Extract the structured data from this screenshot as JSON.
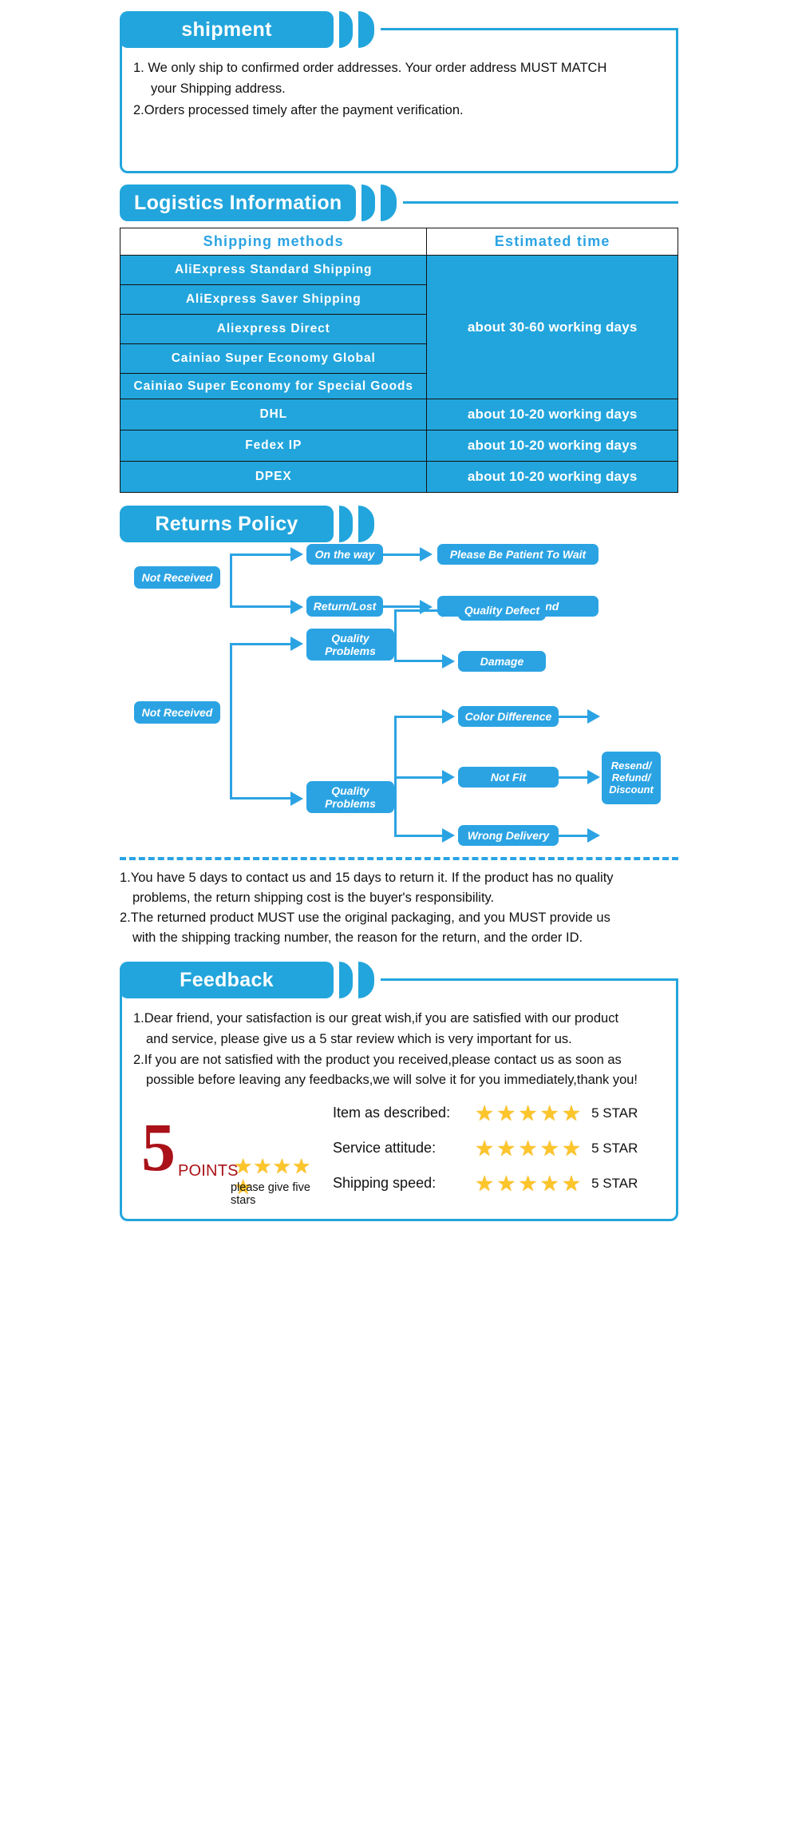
{
  "colors": {
    "brand_blue": "#22a5dc",
    "flow_blue": "#2ba3e3",
    "star_gold": "#fcc52c",
    "points_red": "#aa1118"
  },
  "shipment": {
    "title": "shipment",
    "items": [
      {
        "num": "1.",
        "line1": "We only ship to confirmed order addresses. Your order address MUST MATCH",
        "line2": "your Shipping address."
      },
      {
        "num": "2.",
        "line1": "Orders processed timely after the payment verification.",
        "line2": ""
      }
    ]
  },
  "logistics": {
    "title": "Logistics Information",
    "columns": [
      "Shipping  methods",
      "Estimated  time"
    ],
    "rows": [
      {
        "method": "AliExpress  Standard  Shipping",
        "time": "about 30-60 working days",
        "time_span": 5
      },
      {
        "method": "AliExpress  Saver  Shipping",
        "time": "",
        "time_span": 0
      },
      {
        "method": "Aliexpress  Direct",
        "time": "",
        "time_span": 0
      },
      {
        "method": "Cainiao  Super  Economy  Global",
        "time": "",
        "time_span": 0
      },
      {
        "method": "Cainiao  Super  Economy  for\nSpecial  Goods",
        "time": "",
        "time_span": 0
      },
      {
        "method": "DHL",
        "time": "about 10-20 working days",
        "time_span": 1
      },
      {
        "method": "Fedex  IP",
        "time": "about 10-20 working days",
        "time_span": 1
      },
      {
        "method": "DPEX",
        "time": "about 10-20 working days",
        "time_span": 1
      }
    ]
  },
  "returns": {
    "title": "Returns Policy",
    "flow1": {
      "root": "Not Received",
      "branches": [
        "On the way",
        "Return/Lost"
      ],
      "outcomes": [
        "Please Be Patient To Wait",
        "Resend/Refund"
      ]
    },
    "flow2": {
      "root": "Not Received",
      "branch_top": "Quality\nProblems",
      "branch_bottom": "Quality\nProblems",
      "top_leaves": [
        "Quality Defect",
        "Damage"
      ],
      "bottom_leaves": [
        "Color Difference",
        "Not Fit",
        "Wrong Delivery"
      ],
      "final": "Resend/\nRefund/\nDiscount"
    },
    "notes": [
      {
        "num": "1.",
        "line1": "You have 5 days to contact us and 15 days to return it. If the product has no quality",
        "line2": "problems, the return shipping cost is the buyer's responsibility."
      },
      {
        "num": "2.",
        "line1": "The returned product MUST use the original packaging, and you MUST provide us",
        "line2": "with the shipping tracking number, the reason for the return, and the order ID."
      }
    ]
  },
  "feedback": {
    "title": "Feedback",
    "items": [
      {
        "num": "1.",
        "line1": "Dear friend, your satisfaction is our great wish,if you are satisfied with our product",
        "line2": "and service, please give us a 5 star review which is very important for us."
      },
      {
        "num": "2.",
        "line1": "If you are not satisfied with the product you received,please contact us as soon as",
        "line2": "possible before leaving any feedbacks,we will solve it for you immediately,thank you!"
      }
    ],
    "points_badge": {
      "number": "5",
      "word": "POINTS",
      "caption": "please give five stars",
      "star_count": 5
    },
    "ratings": [
      {
        "label": "Item as described:",
        "stars": 5,
        "tag": "5 STAR"
      },
      {
        "label": "Service attitude:",
        "stars": 5,
        "tag": "5 STAR"
      },
      {
        "label": "Shipping speed:",
        "stars": 5,
        "tag": "5 STAR"
      }
    ]
  }
}
